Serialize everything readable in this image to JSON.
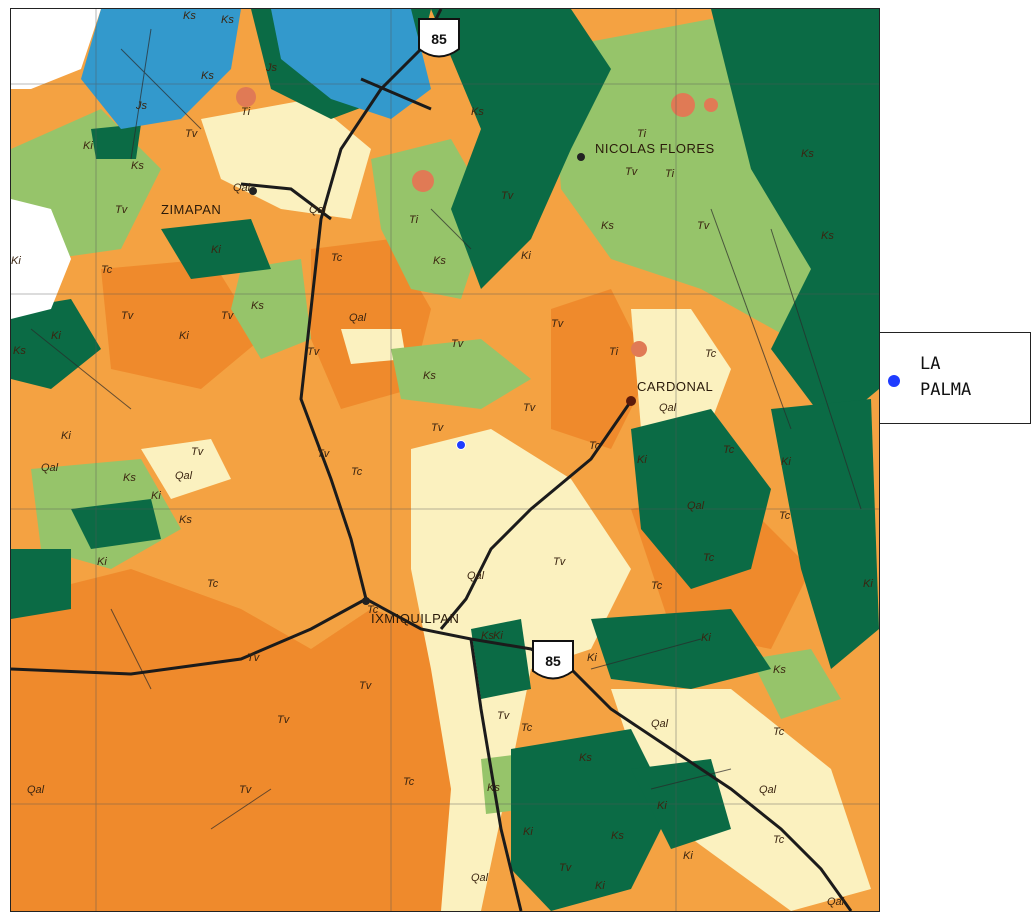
{
  "colors": {
    "quaternary_alluvium": "#fbf1bf",
    "volcanic_tv": "#f4a242",
    "volcanic_tc": "#f08a2a",
    "cretaceous_ki": "#0b6b45",
    "cretaceous_ks": "#96c46a",
    "jurassic_js": "#3399cc",
    "intrusive_ti": "#e07a55",
    "road": "#1b1b1b",
    "marker_blue": "#1f3cff",
    "town_dot": "#222222"
  },
  "places": {
    "zimapan": "ZIMAPAN",
    "nicolas_flores": "NICOLAS FLORES",
    "cardonal": "CARDONAL",
    "ixmiquilpan": "IXMIQUILPAN"
  },
  "highway": {
    "north": "85",
    "south": "85"
  },
  "unit_labels": {
    "js": "Js",
    "ks": "Ks",
    "ki": "Ki",
    "tv": "Tv",
    "tc": "Tc",
    "ti": "Ti",
    "qal": "Qal"
  },
  "legend": {
    "icon": "blue-dot-icon",
    "label": "LA\nPALMA"
  }
}
